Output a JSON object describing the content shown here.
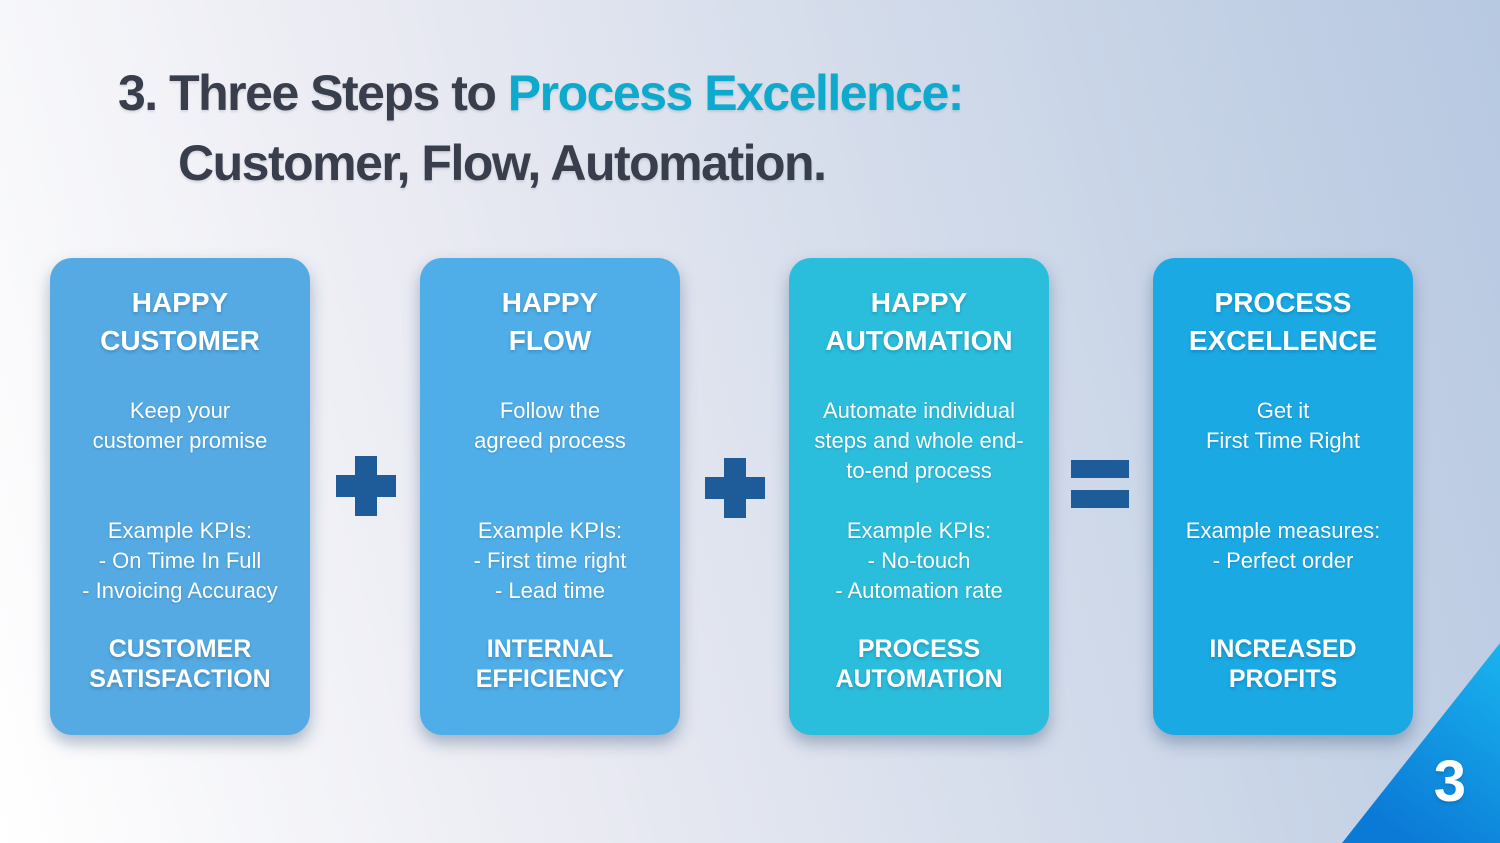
{
  "slide_title": {
    "line1_dark": "3. Three Steps to ",
    "line1_accent": "Process Excellence:",
    "line2": "Customer, Flow, Automation."
  },
  "page_number": "3",
  "colors": {
    "title_dark": "#393E4C",
    "title_accent": "#0DAACD",
    "operator_blue": "#1E5C99",
    "corner_gradient_start": "#19B4EE",
    "corner_gradient_end": "#0B79D6"
  },
  "cards": [
    {
      "title": "HAPPY\nCUSTOMER",
      "description": "Keep your\ncustomer promise",
      "kpis": "Example KPIs:\n- On Time In Full\n- Invoicing Accuracy",
      "outcome": "CUSTOMER\nSATISFACTION",
      "color": "#55AAE3"
    },
    {
      "title": "HAPPY\nFLOW",
      "description": "Follow the\nagreed process",
      "kpis": "Example KPIs:\n- First time right\n- Lead time",
      "outcome": "INTERNAL\nEFFICIENCY",
      "color": "#4FAEE8"
    },
    {
      "title": "HAPPY\nAUTOMATION",
      "description": "Automate individual\nsteps and whole end-\nto-end process",
      "kpis": "Example KPIs:\n- No-touch\n- Automation rate",
      "outcome": "PROCESS\nAUTOMATION",
      "color": "#2BBEDC"
    },
    {
      "title": "PROCESS\nEXCELLENCE",
      "description": "Get it\nFirst Time Right",
      "kpis": "Example measures:\n- Perfect order",
      "outcome": "INCREASED\nPROFITS",
      "color": "#1BA9E4"
    }
  ],
  "operators": [
    {
      "symbol": "+",
      "icon": "plus-icon"
    },
    {
      "symbol": "+",
      "icon": "plus-icon"
    },
    {
      "symbol": "=",
      "icon": "equals-icon"
    }
  ]
}
